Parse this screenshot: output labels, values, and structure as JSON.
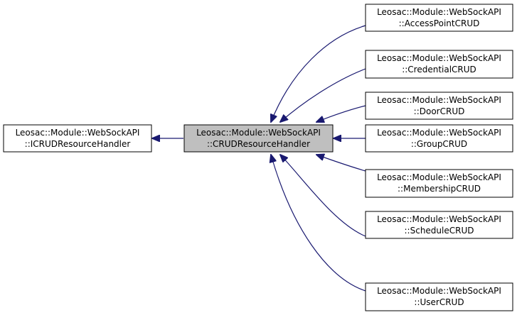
{
  "diagram": {
    "nodes": {
      "base": {
        "line1": "Leosac::Module::WebSockAPI",
        "line2": "::ICRUDResourceHandler"
      },
      "current": {
        "line1": "Leosac::Module::WebSockAPI",
        "line2": "::CRUDResourceHandler"
      },
      "children": [
        {
          "line1": "Leosac::Module::WebSockAPI",
          "line2": "::AccessPointCRUD"
        },
        {
          "line1": "Leosac::Module::WebSockAPI",
          "line2": "::CredentialCRUD"
        },
        {
          "line1": "Leosac::Module::WebSockAPI",
          "line2": "::DoorCRUD"
        },
        {
          "line1": "Leosac::Module::WebSockAPI",
          "line2": "::GroupCRUD"
        },
        {
          "line1": "Leosac::Module::WebSockAPI",
          "line2": "::MembershipCRUD"
        },
        {
          "line1": "Leosac::Module::WebSockAPI",
          "line2": "::ScheduleCRUD"
        },
        {
          "line1": "Leosac::Module::WebSockAPI",
          "line2": "::UserCRUD"
        }
      ]
    },
    "colors": {
      "edge": "#191970",
      "current_fill": "#bfbfbf",
      "node_fill": "#ffffff",
      "node_border": "#000000"
    }
  }
}
